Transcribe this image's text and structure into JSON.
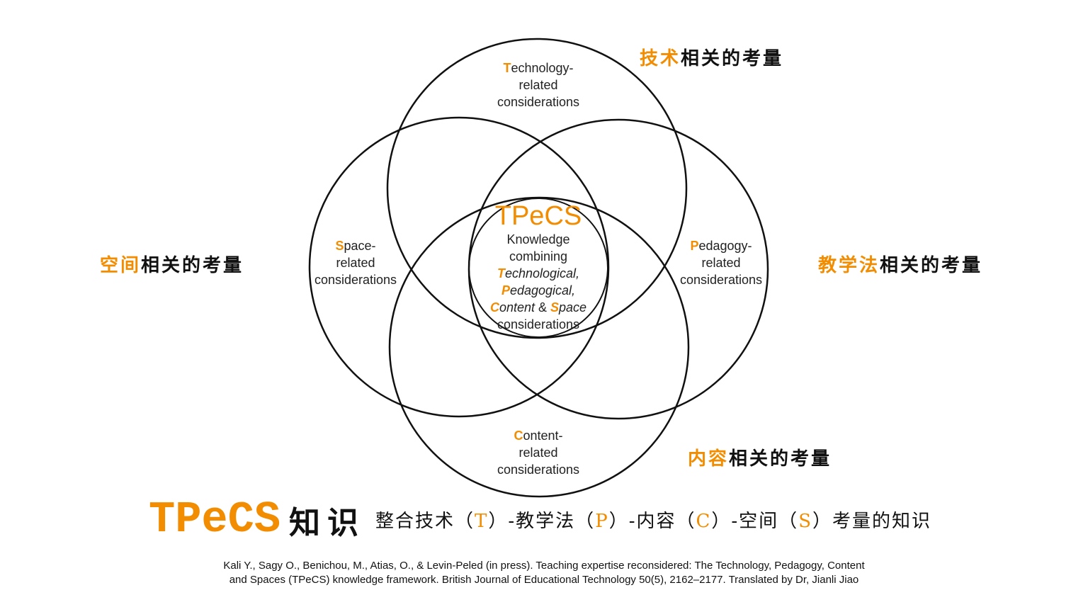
{
  "colors": {
    "accent": "#f28c00",
    "line": "#111111"
  },
  "circles": [
    {
      "name": "technology",
      "initial": "T",
      "rest": "echnology-",
      "line2": "related",
      "line3": "considerations",
      "zh_accent": "技术",
      "zh_rest": "相关的考量"
    },
    {
      "name": "space",
      "initial": "S",
      "rest": "pace-",
      "line2": "related",
      "line3": "considerations",
      "zh_accent": "空间",
      "zh_rest": "相关的考量"
    },
    {
      "name": "pedagogy",
      "initial": "P",
      "rest": "edagogy-",
      "line2": "related",
      "line3": "considerations",
      "zh_accent": "教学法",
      "zh_rest": "相关的考量"
    },
    {
      "name": "content",
      "initial": "C",
      "rest": "ontent-",
      "line2": "related",
      "line3": "considerations",
      "zh_accent": "内容",
      "zh_rest": "相关的考量"
    }
  ],
  "center": {
    "title": "TPeCS",
    "l1": "Knowledge",
    "l2": "combining",
    "t": "T",
    "t_rest": "echnological,",
    "p": "P",
    "p_rest": "edagogical,",
    "c": "C",
    "c_rest": "ontent",
    "amp": " & ",
    "s": "S",
    "s_rest": "pace",
    "l6": "considerations"
  },
  "title": {
    "tpecs": "TPeCS",
    "zhishi": "知识",
    "s1": "整合技术（",
    "T": "T",
    "s2": "）-教学法（",
    "P": "P",
    "s3": "）-内容（",
    "C": "C",
    "s4": "）-空间（",
    "S": "S",
    "s5": "）考量的知识"
  },
  "citation": {
    "line1": "Kali Y., Sagy O., Benichou, M., Atias, O., & Levin-Peled (in press). Teaching expertise reconsidered: The Technology, Pedagogy, Content",
    "line2": "and Spaces (TPeCS) knowledge framework. British Journal of Educational Technology 50(5), 2162–2177.  Translated by Dr, Jianli Jiao"
  }
}
